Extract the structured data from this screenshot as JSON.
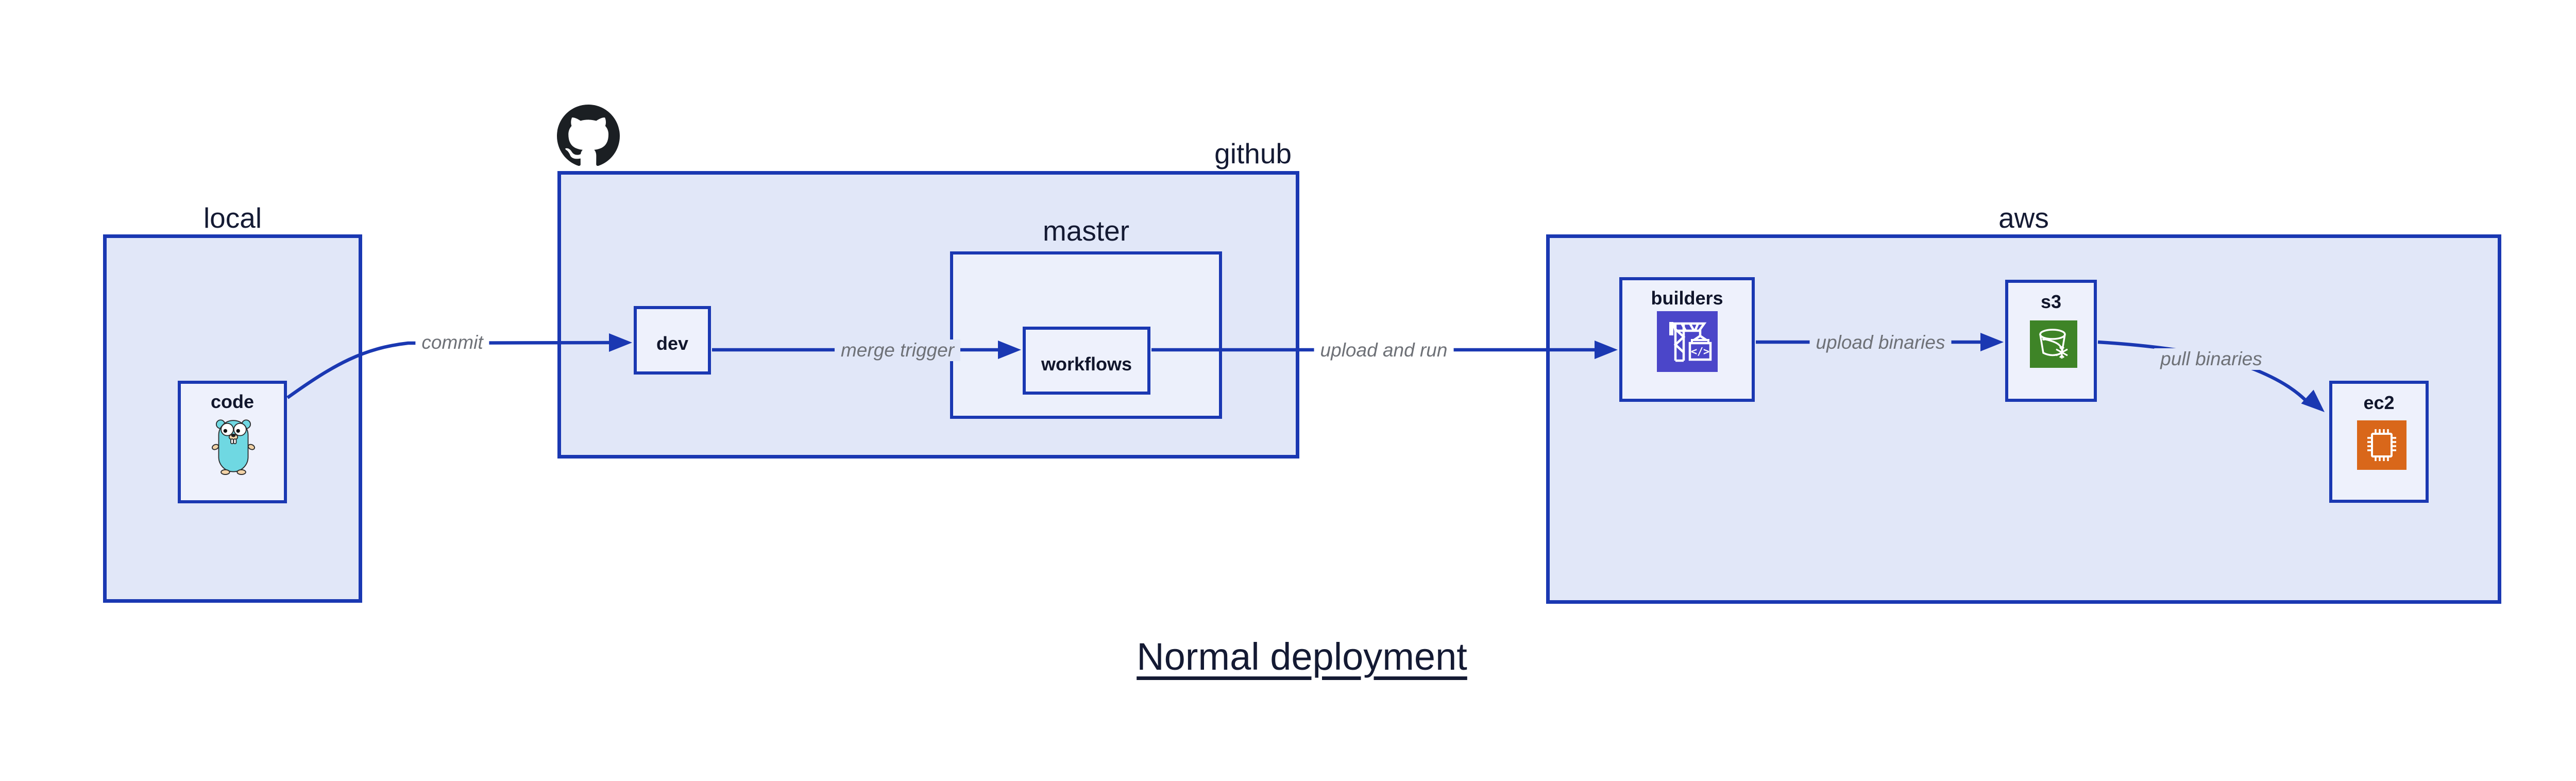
{
  "title": {
    "text": "Normal deployment"
  },
  "colors": {
    "border_blue": "#1a38b2",
    "group_fill": "#e1e7f8",
    "inner_group_fill": "#ecf0fb",
    "node_fill": "#eef1fc",
    "label_dark": "#141a33",
    "edge_label_gray": "#6e7177",
    "codebuild_indigo": "#4b46c9",
    "s3_green": "#3e8427",
    "ec2_orange": "#d9671a",
    "gopher_teal": "#6fd8e2",
    "github_black": "#1b1f23"
  },
  "groups": {
    "local": {
      "label": "local"
    },
    "github": {
      "label": "github"
    },
    "master": {
      "label": "master"
    },
    "aws": {
      "label": "aws"
    }
  },
  "nodes": {
    "code": {
      "label": "code",
      "icon": "go-gopher-icon"
    },
    "dev": {
      "label": "dev"
    },
    "workflows": {
      "label": "workflows"
    },
    "builders": {
      "label": "builders",
      "icon": "codebuild-crane-icon",
      "icon_text": "</>"
    },
    "s3": {
      "label": "s3",
      "icon": "s3-glacier-bucket-icon"
    },
    "ec2": {
      "label": "ec2",
      "icon": "ec2-chip-icon"
    }
  },
  "edges": {
    "commit": {
      "label": "commit"
    },
    "merge_trigger": {
      "label": "merge trigger"
    },
    "upload_and_run": {
      "label": "upload and run"
    },
    "upload_binaries": {
      "label": "upload binaries"
    },
    "pull_binaries": {
      "label": "pull binaries"
    }
  },
  "logo": {
    "github_mark": "github-octocat-logo"
  }
}
